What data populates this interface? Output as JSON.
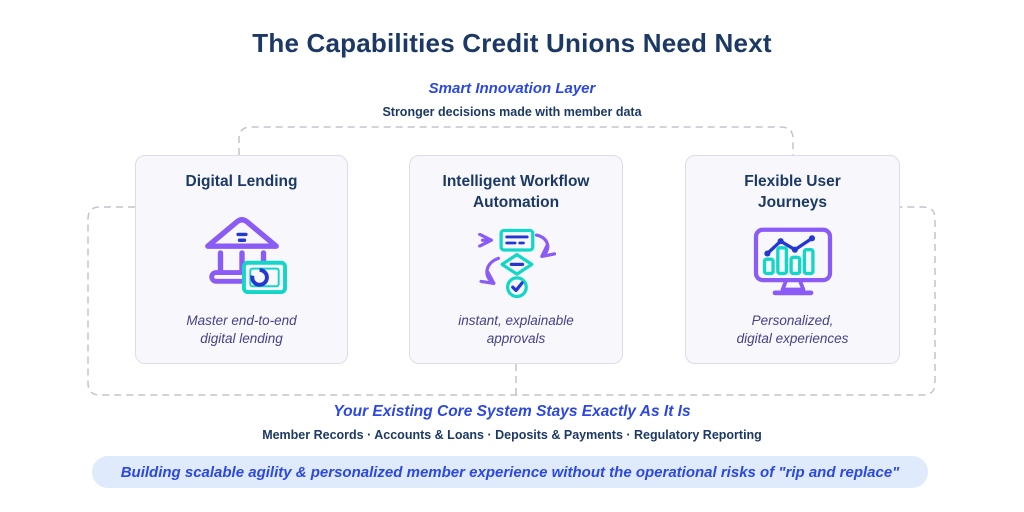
{
  "page": {
    "title": "The Capabilities Credit Unions Need Next"
  },
  "innovation_layer": {
    "label": "Smart Innovation Layer",
    "subtitle": "Stronger decisions made with member data"
  },
  "cards": [
    {
      "title": "Digital Lending",
      "subtitle": "Master end-to-end\ndigital lending",
      "icon": "bank-icon"
    },
    {
      "title": "Intelligent Workflow\nAutomation",
      "subtitle": "instant, explainable\napprovals",
      "icon": "workflow-icon"
    },
    {
      "title": "Flexible User\nJourneys",
      "subtitle": "Personalized,\ndigital experiences",
      "icon": "monitor-chart-icon"
    }
  ],
  "core_system": {
    "label": "Your Existing Core System Stays Exactly As It Is",
    "items": "Member Records · Accounts & Loans · Deposits & Payments · Regulatory Reporting"
  },
  "banner": {
    "text": "Building scalable agility & personalized member experience without the operational risks of \"rip and replace\""
  },
  "colors": {
    "navy": "#1c3965",
    "accent_blue": "#2b48e0",
    "icon_blue": "#2438cf",
    "teal": "#12d7c8",
    "purple": "#8a5cf5",
    "card_subtitle": "#454189",
    "card_bg": "#f8f8fc",
    "card_border": "#dcdcea",
    "banner_bg": "#dfeafd",
    "dash_gray": "#c3c3cd"
  }
}
